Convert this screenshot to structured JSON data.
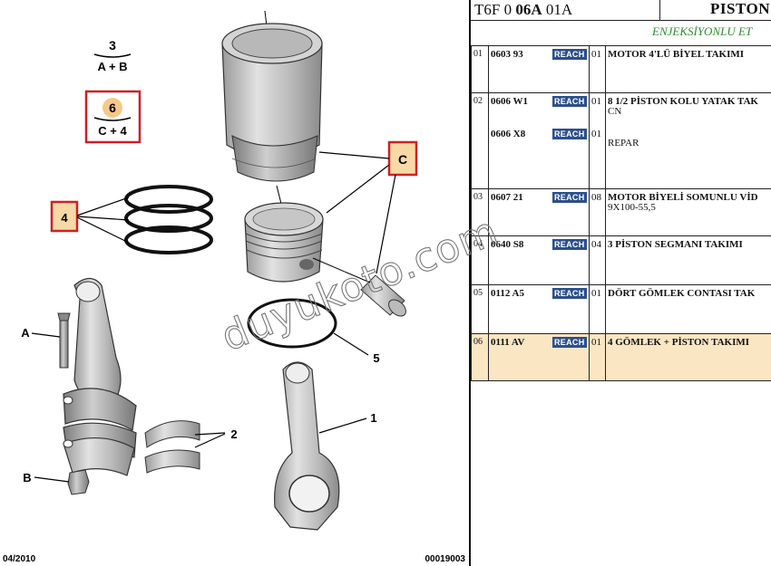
{
  "diagram": {
    "formula1": {
      "top": "3",
      "bottom": "A + B"
    },
    "formula2": {
      "top": "6",
      "bottom": "C + 4"
    },
    "callouts": {
      "c": "C",
      "four": "4",
      "a": "A",
      "b": "B",
      "one": "1",
      "two": "2",
      "five": "5"
    },
    "date": "04/2010",
    "ref_no": "00019003",
    "watermark": "duyukoto.com"
  },
  "header": {
    "code_pre": "T6F 0 ",
    "code_bold": "06A",
    "code_post": " 01A",
    "title": "PISTON"
  },
  "engine_type": "ENJEKSİYONLU ET",
  "badge_label": "REACH",
  "parts": [
    {
      "no": "01",
      "lines": [
        {
          "ref": "0603 93",
          "qty": "01",
          "text": "MOTOR 4'LÜ BİYEL TAKIMI",
          "bold": true
        }
      ]
    },
    {
      "no": "02",
      "lines": [
        {
          "ref": "0606 W1",
          "qty": "01",
          "text": "8 1/2 PİSTON KOLU YATAK TAK",
          "bold": true,
          "sub": "CN"
        },
        {
          "ref": "0606 X8",
          "qty": "01",
          "text": "REPAR",
          "bold": false
        }
      ]
    },
    {
      "no": "03",
      "lines": [
        {
          "ref": "0607 21",
          "qty": "08",
          "text": "MOTOR BİYELİ SOMUNLU VİD",
          "bold": true,
          "sub": "9X100-55,5"
        }
      ]
    },
    {
      "no": "04",
      "lines": [
        {
          "ref": "0640 S8",
          "qty": "04",
          "text": "3 PİSTON SEGMANI TAKIMI",
          "bold": true
        }
      ]
    },
    {
      "no": "05",
      "lines": [
        {
          "ref": "0112 A5",
          "qty": "01",
          "text": "DÖRT GÖMLEK CONTASI TAK",
          "bold": true
        }
      ]
    },
    {
      "no": "06",
      "lines": [
        {
          "ref": "0111 AV",
          "qty": "01",
          "text": "4 GÖMLEK + PİSTON TAKIMI",
          "bold": true
        }
      ]
    }
  ]
}
